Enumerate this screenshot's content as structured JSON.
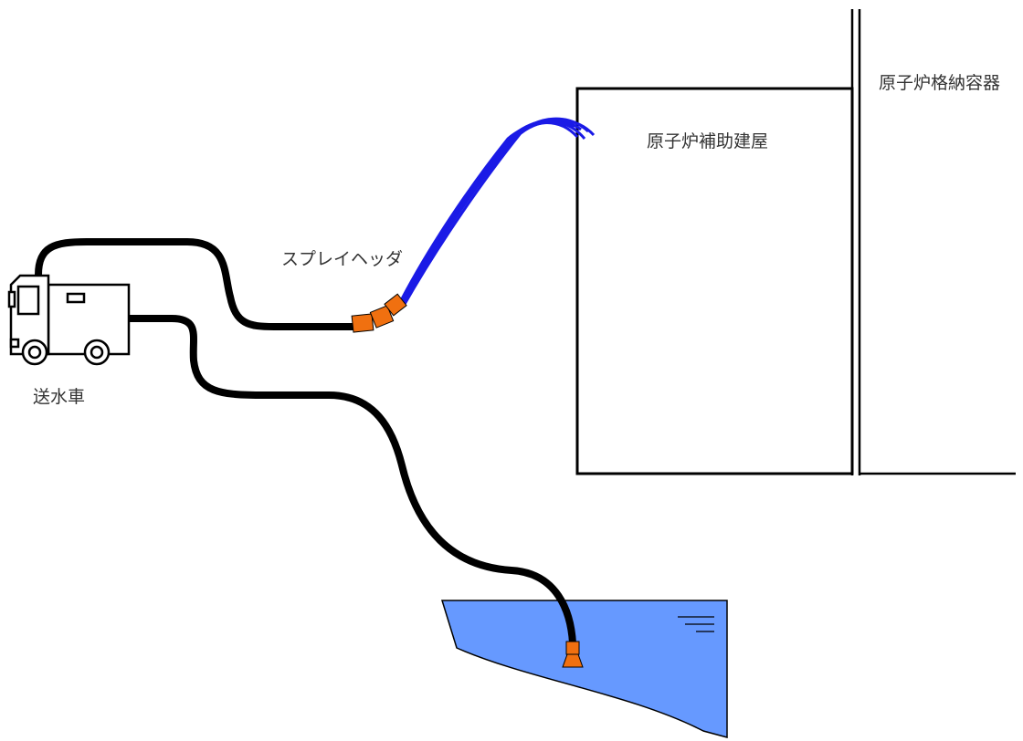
{
  "labels": {
    "truck": "送水車",
    "spray_header": "スプレイヘッダ",
    "aux_building": "原子炉補助建屋",
    "containment": "原子炉格納容器"
  },
  "colors": {
    "hose": "#000000",
    "water_spray": "#1a1ae6",
    "pond": "#6699ff",
    "fitting": "#f07010",
    "outline": "#000000"
  }
}
